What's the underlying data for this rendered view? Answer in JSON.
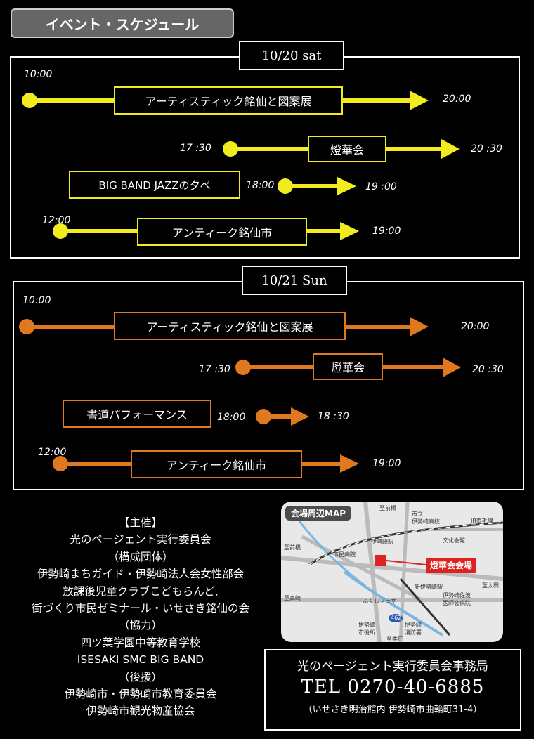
{
  "header": {
    "title": "イベント・スケジュール"
  },
  "day1": {
    "date": "10/20 sat",
    "events": [
      {
        "name": "アーティスティック銘仙と図案展",
        "start": "10:00",
        "end": "20:00"
      },
      {
        "name": "燈華会",
        "start": "17 :30",
        "end": "20 :30"
      },
      {
        "name": "BIG BAND JAZZの夕べ",
        "start": "18:00",
        "end": "19 :00"
      },
      {
        "name": "アンティーク銘仙市",
        "start": "12:00",
        "end": "19:00"
      }
    ]
  },
  "day2": {
    "date": "10/21 Sun",
    "events": [
      {
        "name": "アーティスティック銘仙と図案展",
        "start": "10:00",
        "end": "20:00"
      },
      {
        "name": "燈華会",
        "start": "17 :30",
        "end": "20 :30"
      },
      {
        "name": "書道パフォーマンス",
        "start": "18:00",
        "end": "18 :30"
      },
      {
        "name": "アンティーク銘仙市",
        "start": "12:00",
        "end": "19:00"
      }
    ]
  },
  "organizers": {
    "lines": [
      "【主催】",
      "光のページェント実行委員会",
      "（構成団体）",
      "伊勢崎まちガイド・伊勢崎法人会女性部会",
      "放課後児童クラブこどもらんど,",
      "街づくり市民ゼミナール・いせさき銘仙の会",
      "（協力）",
      "四ツ葉学園中等教育学校",
      "ISESAKI SMC BIG BAND",
      "（後援）",
      "伊勢崎市・伊勢崎市教育委員会",
      "伊勢崎市観光物産協会"
    ]
  },
  "map": {
    "title": "会場周辺MAP",
    "venue_label": "燈華会会場",
    "labels": {
      "to_maebashi_top": "至前橋",
      "ichiritsu": "市立\n伊勢崎高校",
      "jr_ryomo": "JR両毛線",
      "isesaki_station": "伊勢崎駅",
      "bunka_kaikan": "文化会館",
      "to_maebashi_left": "至前橋",
      "shimin_byoin": "市民病院",
      "shin_isesaki": "新伊勢崎駅",
      "to_ota": "至太田",
      "to_takasaki": "至高崎",
      "fukushi_plaza": "ふくしプラザ",
      "sawa_byoin": "伊勢崎佐波\n医師会病院",
      "shiyakusho": "伊勢崎\n市役所",
      "shobosho": "伊勢崎\n消防署",
      "route": "462",
      "to_honjo": "至本庄"
    }
  },
  "contact": {
    "org": "光のページェント実行委員会事務局",
    "tel": "TEL  0270-40-6885",
    "address": "（いせさき明治館内  伊勢崎市曲輪町31-4）"
  },
  "colors": {
    "day1": "#f2ec1e",
    "day2": "#e07820",
    "background": "#000000"
  }
}
